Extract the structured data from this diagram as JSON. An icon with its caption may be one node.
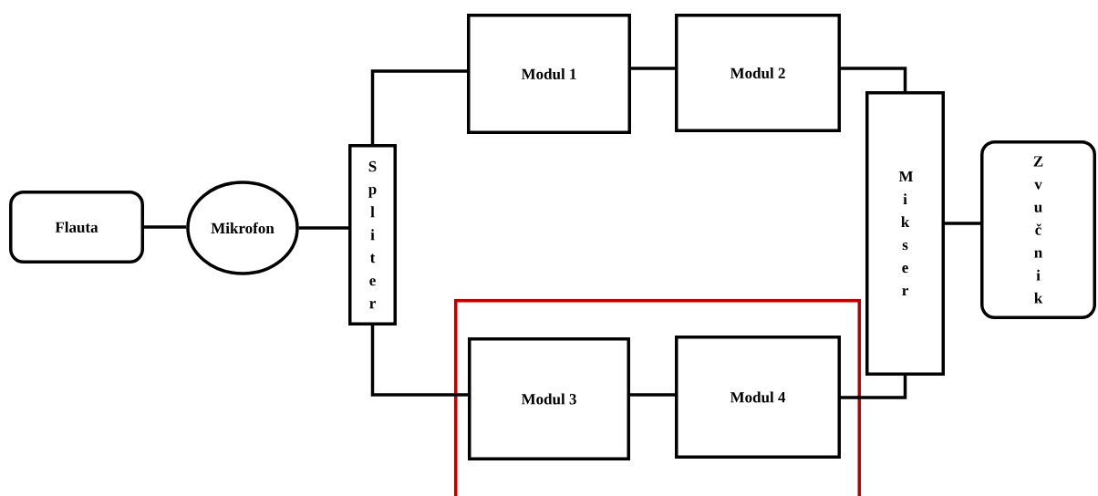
{
  "diagram": {
    "nodes": [
      {
        "text": [
          "Flauta"
        ]
      },
      {
        "text": [
          "Mikrofon"
        ]
      },
      {
        "text": [
          "S p l i t e r"
        ]
      },
      {
        "text": [
          "Modul 1"
        ]
      },
      {
        "text": [
          "Modul 2"
        ]
      },
      {
        "text": [],
        "shape": "box"
      },
      {
        "text": [
          "Modul 3"
        ],
        "in": 5
      },
      {
        "text": [
          "Modul 4"
        ],
        "in": 5
      },
      {
        "text": [
          "M i k s e r"
        ]
      },
      {
        "text": [
          "Z v u č n i k"
        ]
      }
    ],
    "edges": [
      {
        "from": 0,
        "to": 1,
        "arrow": "none"
      },
      {
        "from": 1,
        "to": 2,
        "arrow": "none"
      },
      {
        "from": 2,
        "to": 3,
        "arrow": "none"
      },
      {
        "from": 2,
        "to": 6,
        "arrow": "none"
      },
      {
        "from": 3,
        "to": 4,
        "arrow": "none"
      },
      {
        "from": 6,
        "to": 7,
        "arrow": "none"
      },
      {
        "from": 4,
        "to": 8,
        "arrow": "none"
      },
      {
        "from": 7,
        "to": 8,
        "arrow": "none"
      },
      {
        "from": 8,
        "to": 9,
        "arrow": "none"
      }
    ]
  }
}
